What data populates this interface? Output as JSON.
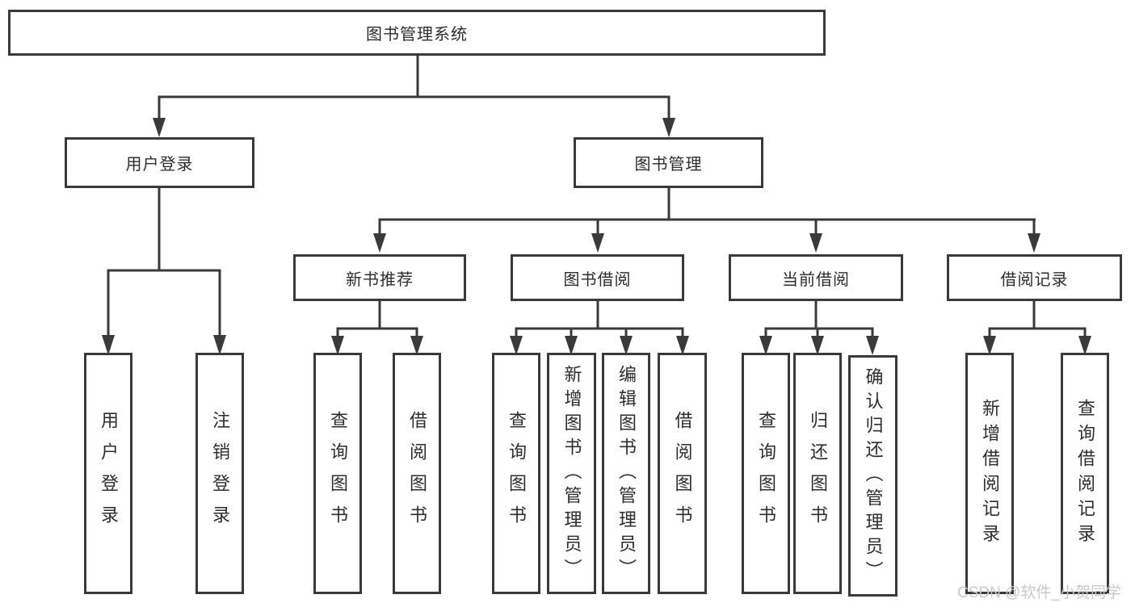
{
  "colors": {
    "line": "#3a3a3a",
    "box_border": "#3a3a3a",
    "text": "#2d2d2d",
    "background": "#ffffff",
    "watermark": "#c8c8ce"
  },
  "tree": {
    "label": "图书管理系统",
    "children": [
      {
        "label": "用户登录",
        "children": [
          {
            "label": "用户登录"
          },
          {
            "label": "注销登录"
          }
        ]
      },
      {
        "label": "图书管理",
        "children": [
          {
            "label": "新书推荐",
            "children": [
              {
                "label": "查询图书"
              },
              {
                "label": "借阅图书"
              }
            ]
          },
          {
            "label": "图书借阅",
            "children": [
              {
                "label": "查询图书"
              },
              {
                "label": "新增图书（管理员）"
              },
              {
                "label": "编辑图书（管理员）"
              },
              {
                "label": "借阅图书"
              }
            ]
          },
          {
            "label": "当前借阅",
            "children": [
              {
                "label": "查询图书"
              },
              {
                "label": "归还图书"
              },
              {
                "label": "确认归还（管理员）"
              }
            ]
          },
          {
            "label": "借阅记录",
            "children": [
              {
                "label": "新增借阅记录"
              },
              {
                "label": "查询借阅记录"
              }
            ]
          }
        ]
      }
    ]
  },
  "watermark": {
    "text": "CSDN @软件_小贺同学"
  }
}
